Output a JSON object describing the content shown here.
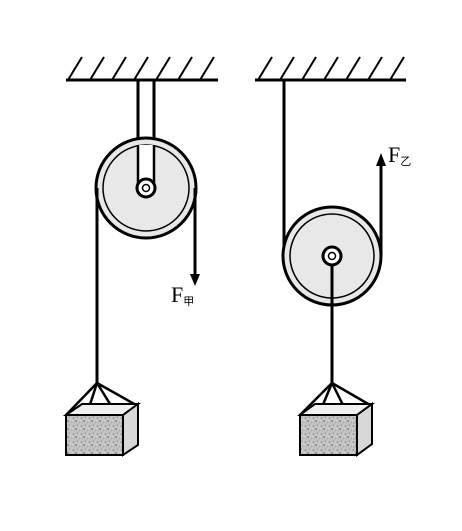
{
  "diagram": {
    "left_setup": {
      "name": "fixed-pulley",
      "force_label": {
        "letter": "F",
        "subscript": "甲"
      },
      "force_direction": "down"
    },
    "right_setup": {
      "name": "movable-pulley",
      "force_label": {
        "letter": "F",
        "subscript": "乙"
      },
      "force_direction": "up"
    }
  },
  "colors": {
    "line": "#000000",
    "pulley_fill": "#e8e8e8",
    "block_top": "#f0f0f0",
    "block_side": "#d8d8d8",
    "block_front": "#b8b8b8"
  }
}
